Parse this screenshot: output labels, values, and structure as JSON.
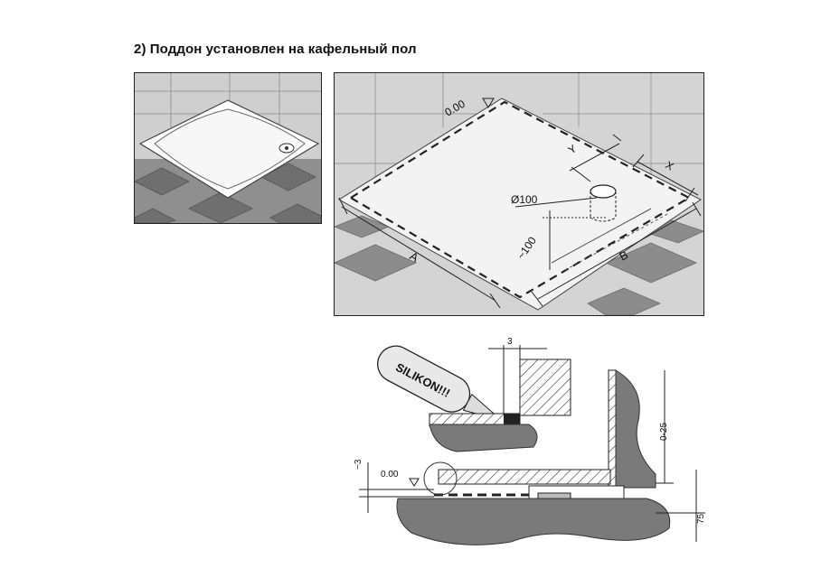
{
  "heading": "2) Поддон установлен на кафельный пол",
  "plan_view": {
    "level_label": "0.00",
    "dim_y": "Y",
    "dim_x": "X",
    "drain_label": "Ø100",
    "offset_label": "~100",
    "dim_a": "A",
    "dim_b": "B"
  },
  "section_view": {
    "gap_label": "3",
    "silicone_label": "SILIKON!!!",
    "range_label": "0-25",
    "tolerance_label": "~3",
    "level_label": "0.00",
    "height_label": "75"
  }
}
